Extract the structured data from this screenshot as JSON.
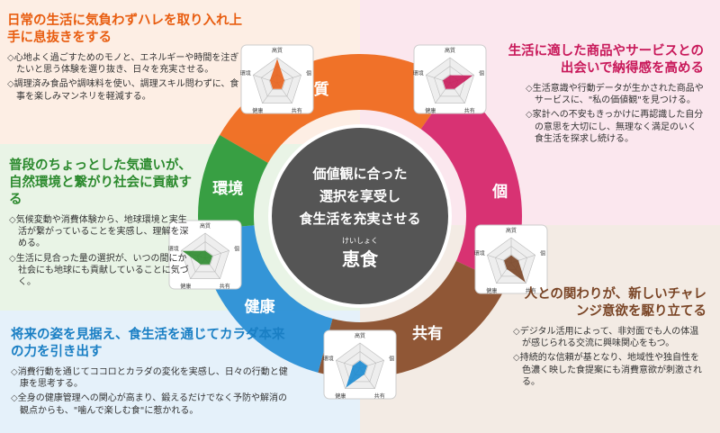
{
  "center": {
    "line1": "価値観に合った",
    "line2": "選択を享受し",
    "line3": "食生活を充実させる",
    "ruby": "けいしょく",
    "keyword": "恵食"
  },
  "arcs": [
    {
      "label": "高質",
      "color": "#ef6a1e"
    },
    {
      "label": "個",
      "color": "#d6286b"
    },
    {
      "label": "共有",
      "color": "#8a4f2c"
    },
    {
      "label": "健康",
      "color": "#2a8fd6"
    },
    {
      "label": "環境",
      "color": "#2e9a3a"
    }
  ],
  "radar_axes": [
    "高質",
    "個",
    "共有",
    "健康",
    "環境"
  ],
  "radars": [
    {
      "highlight": "高質",
      "color": "#e8601a",
      "values": [
        0.95,
        0.3,
        0.3,
        0.3,
        0.3
      ]
    },
    {
      "highlight": "個",
      "color": "#c8195a",
      "values": [
        0.3,
        0.95,
        0.3,
        0.3,
        0.3
      ]
    },
    {
      "highlight": "共有",
      "color": "#7a4526",
      "values": [
        0.3,
        0.3,
        0.95,
        0.3,
        0.3
      ]
    },
    {
      "highlight": "健康",
      "color": "#1a8ad0",
      "values": [
        0.3,
        0.3,
        0.3,
        0.95,
        0.3
      ]
    },
    {
      "highlight": "環境",
      "color": "#2c8a2e",
      "values": [
        0.3,
        0.3,
        0.3,
        0.3,
        0.95
      ]
    }
  ],
  "panels": {
    "koushitsu": {
      "title": "日常の生活に気負わずハレを取り入れ上手に息抜きをする",
      "bullets": [
        "心地よく過ごすためのモノと、エネルギーや時間を注ぎたいと思う体験を選り抜き、日々を充実させる。",
        "調理済み食品や調味料を使い、調理スキル問わずに、食事を楽しみマンネリを軽減する。"
      ]
    },
    "ko": {
      "title": "生活に適した商品やサービスとの出会いで納得感を高める",
      "bullets": [
        "生活意識や行動データが生かされた商品やサービスに、\"私の価値観\"を見つける。",
        "家計への不安もきっかけに再認識した自分の意思を大切にし、無理なく満足のいく食生活を探求し続ける。"
      ]
    },
    "kankyo": {
      "title": "普段のちょっとした気遣いが、自然環境と繋がり社会に貢献する",
      "bullets": [
        "気候変動や消費体験から、地球環境と実生活が繋がっていることを実感し、理解を深める。",
        "生活に見合った量の選択が、いつの間にか社会にも地球にも貢献していることに気づく。"
      ]
    },
    "kyoyu": {
      "title": "人との関わりが、新しいチャレンジ意欲を駆り立てる",
      "bullets": [
        "デジタル活用によって、非対面でも人の体温が感じられる交流に興味関心をもつ。",
        "持続的な信頼が基となり、地域性や独自性を色濃く映した食提案にも消費意欲が刺激される。"
      ]
    },
    "kenko": {
      "title": "将来の姿を見据え、食生活を通じてカラダ本来の力を引き出す",
      "bullets": [
        "消費行動を通じてココロとカラダの変化を実感し、日々の行動と健康を思考する。",
        "全身の健康管理への関心が高まり、鍛えるだけでなく予防や解消の観点からも、\"噛んで楽しむ食\"に惹かれる。"
      ]
    }
  }
}
